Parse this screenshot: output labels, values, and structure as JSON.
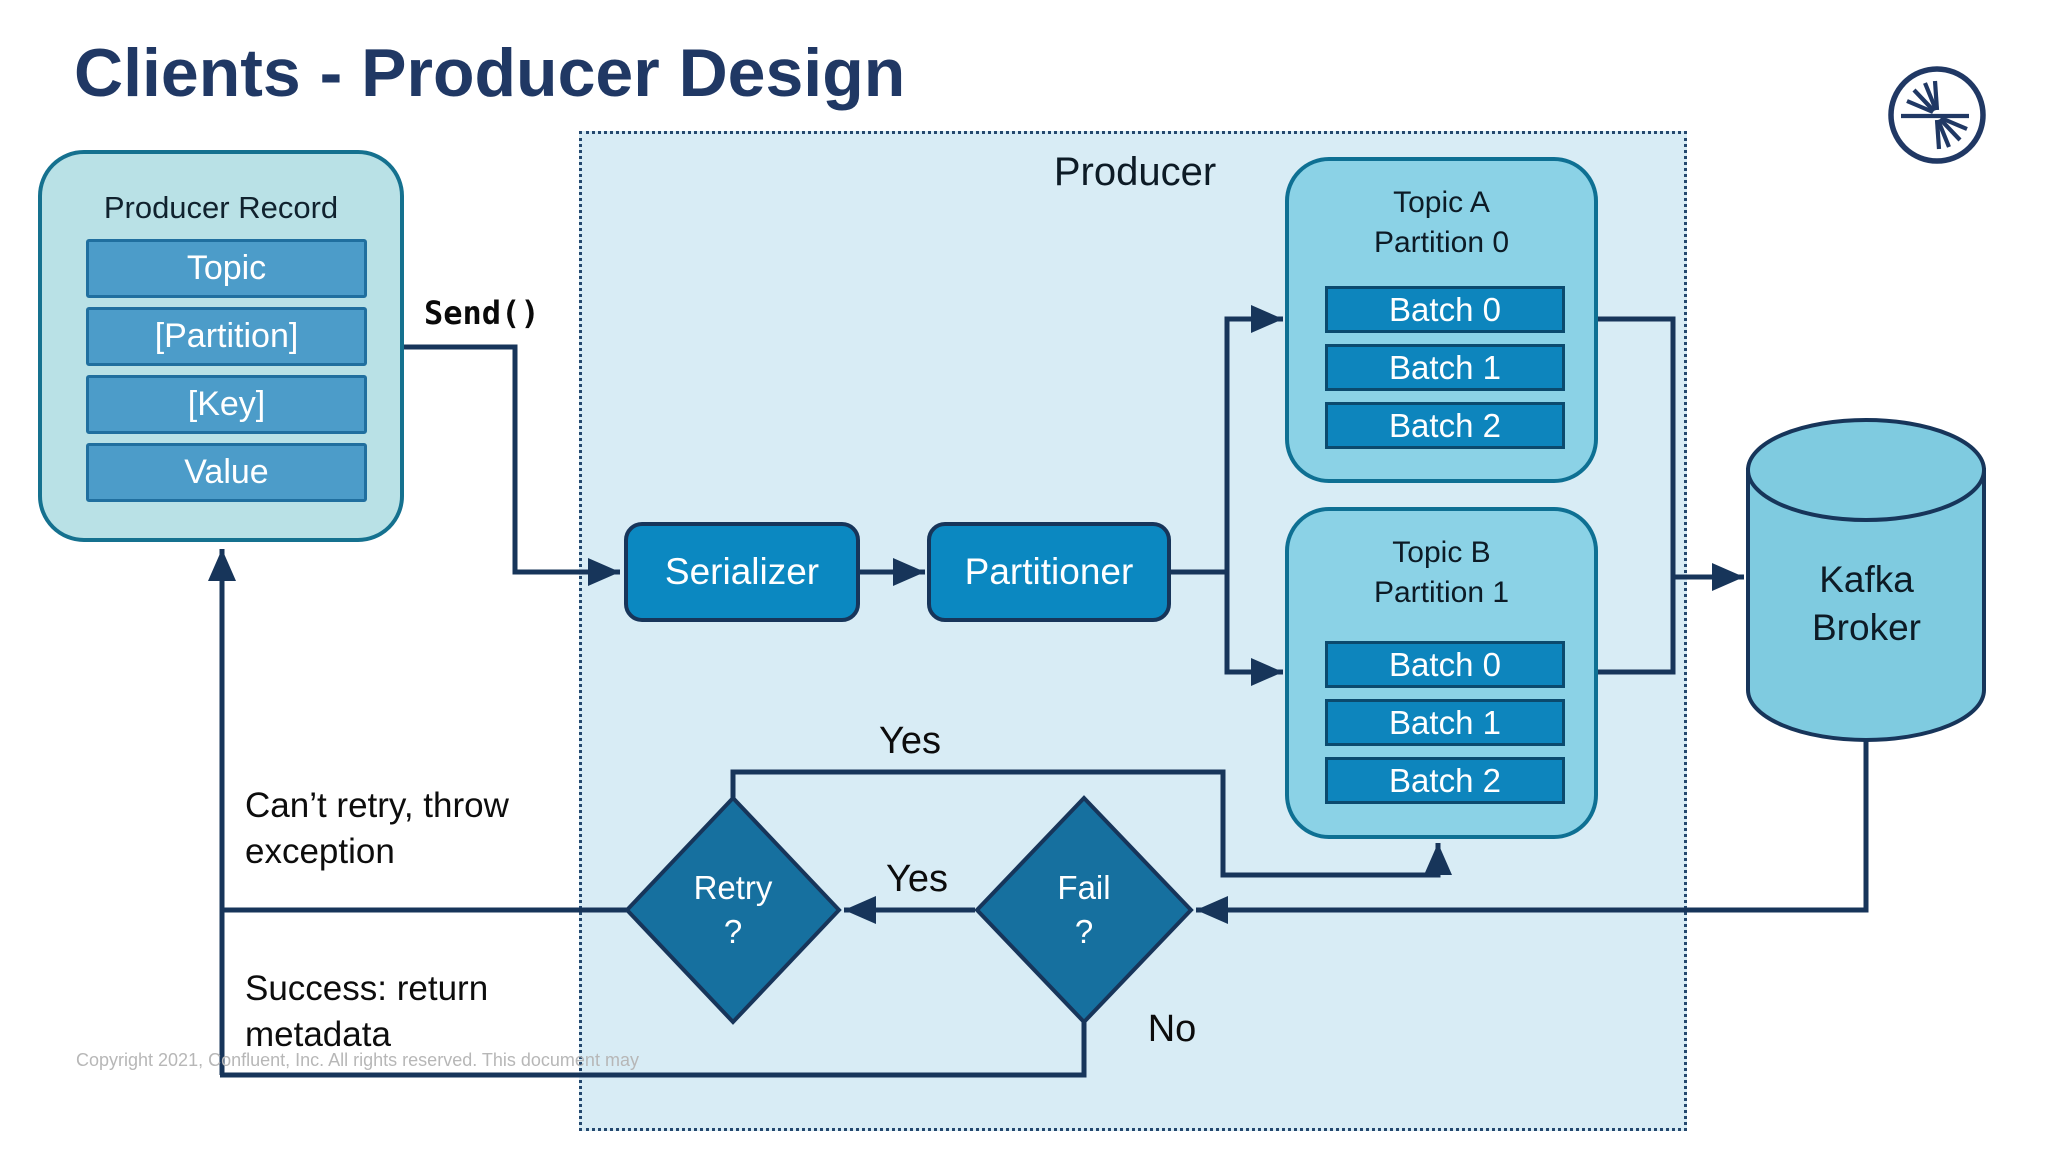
{
  "slide": {
    "title": "Clients - Producer Design",
    "copyright": "Copyright 2021, Confluent, Inc. All rights reserved. This document may"
  },
  "colors": {
    "navy_line": "#17355a",
    "title_navy": "#203864",
    "record_fill": "#b9e1e6",
    "record_border": "#15718f",
    "record_row_fill": "#4c9cc9",
    "producer_area_fill": "#d8ecf5",
    "topic_fill": "#8bd2e6",
    "batch_fill": "#0d85bd",
    "process_fill": "#0b88c1",
    "diamond_fill": "#16709f",
    "cylinder_fill": "#7fcbe0",
    "copyright_gray": "#b7b7b7"
  },
  "producer_record": {
    "title": "Producer Record",
    "rows": [
      "Topic",
      "[Partition]",
      "[Key]",
      "Value"
    ]
  },
  "labels": {
    "send": "Send()",
    "producer": "Producer",
    "yes_top": "Yes",
    "yes_mid": "Yes",
    "no": "No"
  },
  "process": {
    "serializer": "Serializer",
    "partitioner": "Partitioner"
  },
  "topic_a": {
    "line1": "Topic A",
    "line2": "Partition 0",
    "batches": [
      "Batch 0",
      "Batch 1",
      "Batch 2"
    ]
  },
  "topic_b": {
    "line1": "Topic B",
    "line2": "Partition 1",
    "batches": [
      "Batch 0",
      "Batch 1",
      "Batch 2"
    ]
  },
  "broker": {
    "line1": "Kafka",
    "line2": "Broker"
  },
  "decisions": {
    "retry_line1": "Retry",
    "retry_line2": "?",
    "fail_line1": "Fail",
    "fail_line2": "?"
  },
  "annotations": {
    "cant_retry": "Can’t retry, throw exception",
    "success": "Success: return metadata"
  }
}
